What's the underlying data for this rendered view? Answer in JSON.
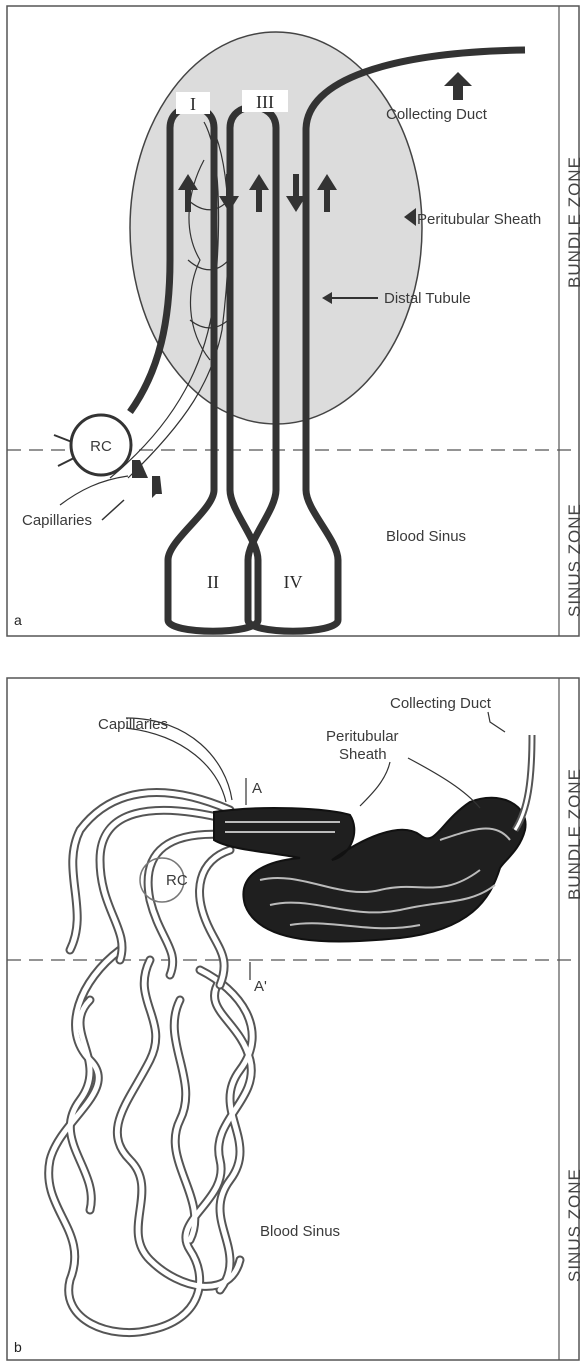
{
  "panel_a": {
    "letter": "a",
    "labels": {
      "collecting_duct": "Collecting Duct",
      "peritubular_sheath": "Peritubular Sheath",
      "distal_tubule": "Distal Tubule",
      "blood_sinus": "Blood Sinus",
      "capillaries": "Capillaries",
      "rc": "RC"
    },
    "segments": [
      "I",
      "II",
      "III",
      "IV"
    ],
    "zones": {
      "top": "BUNDLE ZONE",
      "bottom": "SINUS ZONE"
    }
  },
  "panel_b": {
    "letter": "b",
    "labels": {
      "collecting_duct": "Collecting Duct",
      "capillaries": "Capillaries",
      "peritubular_sheath_1": "Peritubular",
      "peritubular_sheath_2": "Sheath",
      "blood_sinus": "Blood Sinus",
      "rc": "RC",
      "section_a": "A",
      "section_a_prime": "A'"
    },
    "zones": {
      "top": "BUNDLE ZONE",
      "bottom": "SINUS ZONE"
    }
  },
  "colors": {
    "frame": "#555555",
    "tubule": "#333333",
    "sheath_fill": "#dcdcdc",
    "dash": "#555555"
  }
}
